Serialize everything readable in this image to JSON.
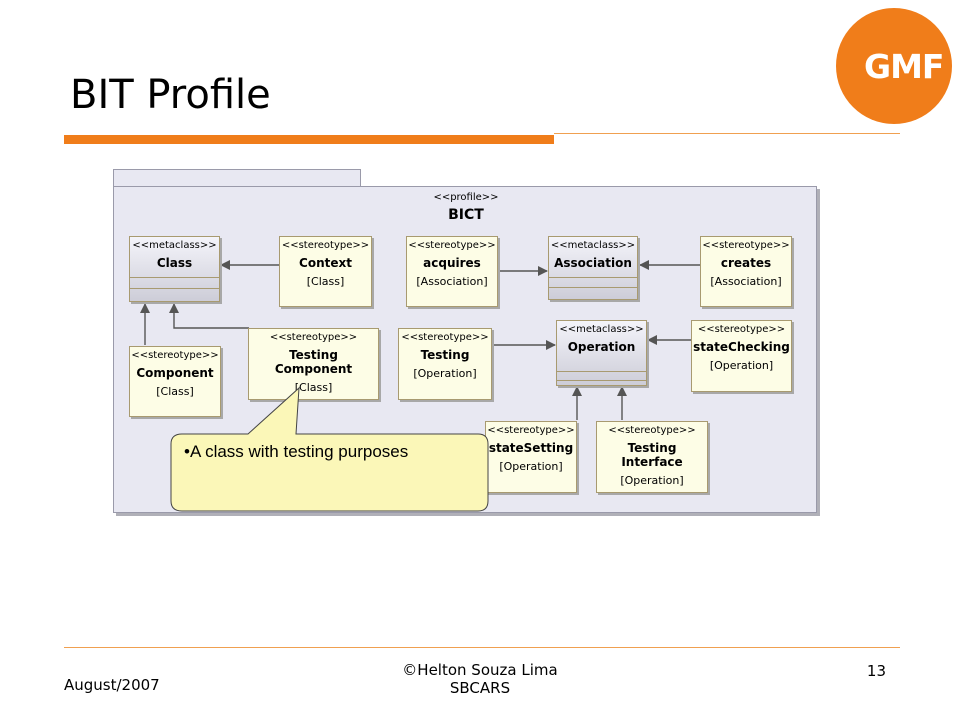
{
  "slide": {
    "title": "BIT Profile",
    "logo_text": "GMF",
    "footer_left": "August/2007",
    "footer_author": "©Helton Souza Lima",
    "footer_event": "SBCARS",
    "page_number": "13"
  },
  "diagram": {
    "package_stereotype": "<<profile>>",
    "package_name": "BICT",
    "boxes": {
      "class": {
        "stereotype": "<<metaclass>>",
        "name": "Class"
      },
      "context": {
        "stereotype": "<<stereotype>>",
        "name": "Context",
        "base": "[Class]"
      },
      "acquires": {
        "stereotype": "<<stereotype>>",
        "name": "acquires",
        "base": "[Association]"
      },
      "association": {
        "stereotype": "<<metaclass>>",
        "name": "Association"
      },
      "creates": {
        "stereotype": "<<stereotype>>",
        "name": "creates",
        "base": "[Association]"
      },
      "component": {
        "stereotype": "<<stereotype>>",
        "name": "Component",
        "base": "[Class]"
      },
      "testing_component": {
        "stereotype": "<<stereotype>>",
        "name": "Testing Component",
        "base": "[Class]"
      },
      "testing": {
        "stereotype": "<<stereotype>>",
        "name": "Testing",
        "base": "[Operation]"
      },
      "operation": {
        "stereotype": "<<metaclass>>",
        "name": "Operation"
      },
      "state_checking": {
        "stereotype": "<<stereotype>>",
        "name": "stateChecking",
        "base": "[Operation]"
      },
      "state_setting": {
        "stereotype": "<<stereotype>>",
        "name": "stateSetting",
        "base": "[Operation]"
      },
      "testing_interface": {
        "stereotype": "<<stereotype>>",
        "name": "Testing Interface",
        "base": "[Operation]"
      }
    },
    "callout": "•A class with testing purposes"
  },
  "colors": {
    "accent_orange": "#f07d1a",
    "package_fill": "#e8e8f2",
    "stereotype_fill": "#fdfde6",
    "callout_fill": "#fbf7b8"
  }
}
